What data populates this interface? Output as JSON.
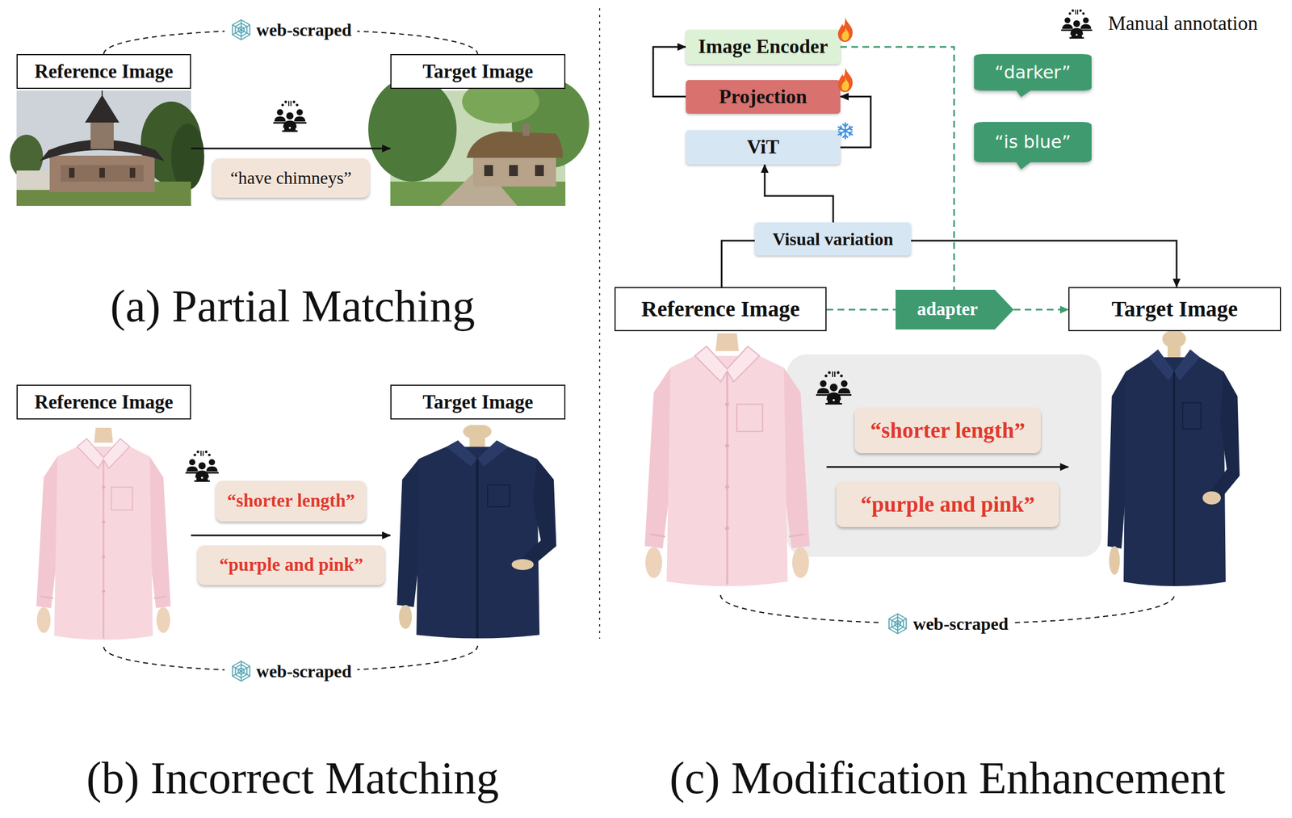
{
  "diagram": {
    "nodes": [
      {
        "text": [
          "Reference Image"
        ]
      },
      {
        "text": [
          "Target Image"
        ]
      },
      {
        "text": [
          "“have chimneys”"
        ]
      },
      {
        "text": [
          "Reference Image"
        ]
      },
      {
        "text": [
          "“shorter length”"
        ]
      },
      {
        "text": [
          "“purple and pink”"
        ]
      },
      {
        "text": [
          "Target Image"
        ]
      },
      {
        "text": [
          "Image Encoder"
        ]
      },
      {
        "text": [
          "Projection"
        ]
      },
      {
        "text": [
          "ViT"
        ]
      },
      {
        "text": [
          "“darker”"
        ]
      },
      {
        "text": [
          "“is blue”"
        ]
      },
      {
        "text": [
          "Visual variation"
        ]
      },
      {
        "text": [
          "Reference Image"
        ]
      },
      {
        "text": [
          "adapter"
        ]
      },
      {
        "text": [
          "Target Image"
        ]
      },
      {
        "text": [
          "“shorter length”"
        ]
      },
      {
        "text": [
          "“purple and pink”"
        ]
      }
    ],
    "edges": [
      {
        "from": 0,
        "to": 1,
        "arrow": "to"
      },
      {
        "from": 0,
        "to": 1,
        "label": "web-scraped",
        "arrow": "none"
      },
      {
        "from": 3,
        "to": 6,
        "arrow": "to"
      },
      {
        "from": 3,
        "to": 6,
        "label": "web-scraped",
        "arrow": "none"
      },
      {
        "from": 8,
        "to": 7,
        "arrow": "to"
      },
      {
        "from": 9,
        "to": 8,
        "arrow": "to"
      },
      {
        "from": 12,
        "to": 9,
        "arrow": "to"
      },
      {
        "from": 13,
        "to": 12,
        "arrow": "none"
      },
      {
        "from": 12,
        "to": 15,
        "arrow": "to"
      },
      {
        "from": 7,
        "to": 14,
        "arrow": "none"
      },
      {
        "from": 13,
        "to": 14,
        "arrow": "none"
      },
      {
        "from": 14,
        "to": 15,
        "arrow": "to"
      },
      {
        "from": 13,
        "to": 15,
        "arrow": "to"
      },
      {
        "from": 13,
        "to": 15,
        "label": "web-scraped",
        "arrow": "none"
      }
    ],
    "labels": [
      "(a) Partial Matching",
      "(b) Incorrect Matching",
      "(c) Modification Enhancement"
    ],
    "legend": [
      {
        "text": "Manual annotation"
      }
    ]
  }
}
